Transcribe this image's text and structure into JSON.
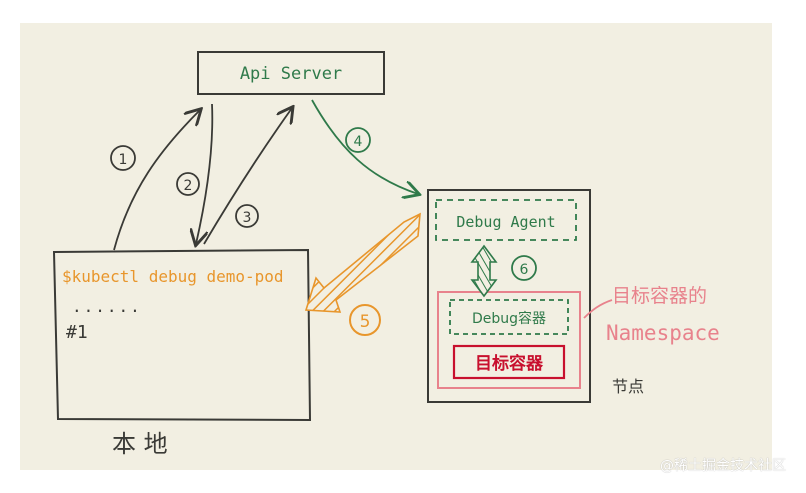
{
  "api_server": {
    "label": "Api Server"
  },
  "local": {
    "cmd": "$kubectl debug demo-pod",
    "dots": "......",
    "prompt": "#1",
    "caption": "本 地"
  },
  "node": {
    "debug_agent": "Debug Agent",
    "debug_container": "Debug容器",
    "target_container": "目标容器",
    "caption": "节点"
  },
  "namespace_note": {
    "line1": "目标容器的",
    "line2": "Namespace"
  },
  "steps": [
    "1",
    "2",
    "3",
    "4",
    "5",
    "6"
  ],
  "colors": {
    "ink": "#3a3a36",
    "green": "#2f7a4a",
    "orange": "#e8962c",
    "pink": "#e8828c",
    "red": "#c8102e"
  },
  "watermark": "@稀土掘金技术社区"
}
